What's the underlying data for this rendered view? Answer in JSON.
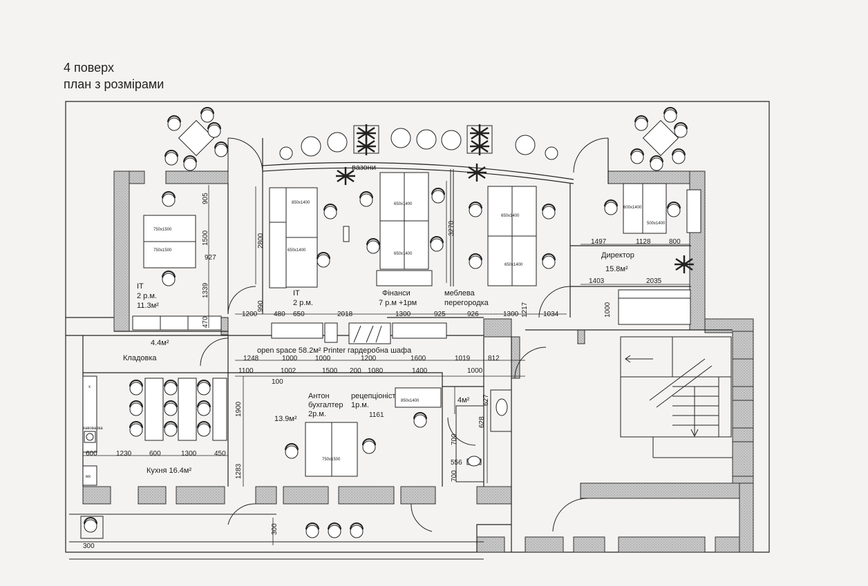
{
  "header": {
    "line1": "4 поверх",
    "line2": "план з розмірами"
  },
  "labels": {
    "vazony": "вазони",
    "it_left": "IT",
    "it_left_cap": "2 р.м.",
    "it_left_area": "11.3м²",
    "it_mid": "IT",
    "it_mid_cap": "2 р.м.",
    "finance": "Фінанси",
    "finance_cap": "7 р.м +1рм",
    "partition1": "меблева",
    "partition2": "перегородка",
    "director": "Директор",
    "director_area": "15.8м²",
    "storage_area": "4.4м²",
    "storage": "Кладовка",
    "openspace": "open space 58.2м² Printer",
    "wardrobe": "гардеробна шафа",
    "kitchen": "Кухня 16.4м²",
    "room139": "13.9м²",
    "anton1": "Антон",
    "anton2": "бухгалтер",
    "anton3": "2р.м.",
    "reception1": "рецепціоніст",
    "reception2": "1р.м.",
    "wc_area": "4м²",
    "kettle": "хавоварка",
    "microwave": "мх",
    "x": "х",
    "desk_650": "650x1400",
    "desk_750": "750x1500",
    "desk_850": "850x1400",
    "desk_500": "500x1400",
    "desk_600": "600x1400"
  },
  "dims": {
    "d905": "905",
    "d1500": "1500",
    "d927": "927",
    "d1339": "1339",
    "d470": "470",
    "d2800": "2800",
    "d990": "990",
    "d3270": "3270",
    "d1497": "1497",
    "d1128": "1128",
    "d800": "800",
    "d1403": "1403",
    "d2035": "2035",
    "d1000v": "1000",
    "d1217": "1217",
    "d1034": "1034",
    "r1_1200": "1200",
    "r1_480": "480",
    "r1_650": "650",
    "r1_2018": "2018",
    "r1_1300": "1300",
    "r1_925": "925",
    "r1_926": "926",
    "r1_1300b": "1300",
    "r2_1248": "1248",
    "r2_1000a": "1000",
    "r2_1000b": "1000",
    "r2_1200": "1200",
    "r2_1600": "1600",
    "r2_1019": "1019",
    "r2_812": "812",
    "r3_1100": "1100",
    "r3_1002": "1002",
    "r3_1500": "1500",
    "r3_200": "200",
    "r3_1080": "1080",
    "r3_1400": "1400",
    "r3_1000": "1000",
    "r3_100": "100",
    "d1900": "1900",
    "d1283": "1283",
    "d1161": "1161",
    "d627": "627",
    "d628": "628",
    "d700a": "700",
    "d556": "556",
    "d700b": "700",
    "k600": "600",
    "k1230": "1230",
    "k600b": "600",
    "k1300": "1300",
    "k450": "450",
    "d300a": "300",
    "d300b": "300"
  }
}
